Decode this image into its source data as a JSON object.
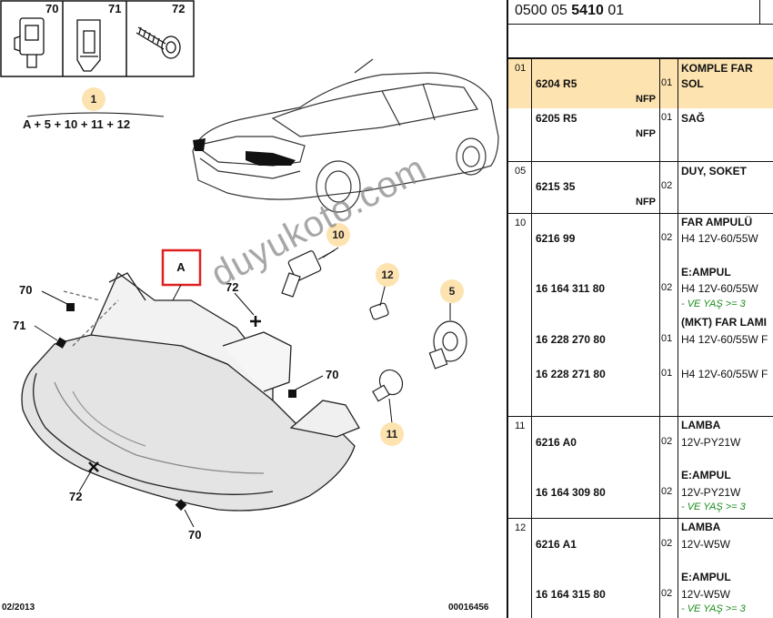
{
  "diagram": {
    "thumbnails": [
      {
        "no": "70",
        "icon": "clip-icon"
      },
      {
        "no": "71",
        "icon": "spring-clip-icon"
      },
      {
        "no": "72",
        "icon": "screw-icon"
      }
    ],
    "assembly": {
      "ref": "1",
      "formula": "A + 5 + 10 + 11 + 12"
    },
    "group_label": "A",
    "callouts": {
      "c70a": "70",
      "c71": "71",
      "c72a": "72",
      "c70b": "70",
      "c72b": "72",
      "c70c": "70",
      "c10": "10",
      "c12": "12",
      "c5": "5",
      "c11": "11"
    },
    "footer_date": "02/2013",
    "footer_ref": "00016456",
    "watermark": "duyukoto.com",
    "colors": {
      "highlight": "#fde3b0",
      "bubble": "#fde3b0",
      "frame": "#e02020",
      "note": "#1a8a1a"
    }
  },
  "panel": {
    "header": {
      "prefix": "0500 05 ",
      "bold": "5410",
      "suffix": " 01"
    },
    "sections": [
      {
        "no": "01",
        "rows": [
          {
            "ref": "6204 R5",
            "nfp": "NFP",
            "qty": "01",
            "desc": [
              "KOMPLE FAR",
              "SOL"
            ],
            "highlight": true
          },
          {
            "ref": "6205 R5",
            "nfp": "NFP",
            "qty": "01",
            "desc": [
              "SAĞ"
            ],
            "highlight": false
          }
        ]
      },
      {
        "no": "05",
        "rows": [
          {
            "ref": "6215 35",
            "nfp": "NFP",
            "qty": "02",
            "desc": [
              "DUY, SOKET"
            ]
          }
        ]
      },
      {
        "no": "10",
        "rows": [
          {
            "ref": "6216 99",
            "qty": "02",
            "desc_title": "FAR AMPULÜ",
            "desc": "H4 12V-60/55W"
          },
          {
            "ref": "16 164 311 80",
            "qty": "02",
            "desc_title": "E:AMPUL",
            "desc": "H4 12V-60/55W",
            "note": "- VE YAŞ >= 3"
          },
          {
            "ref": "16 228 270 80",
            "qty": "01",
            "desc_title": "(MKT) FAR LAMI",
            "desc": "H4 12V-60/55W F"
          },
          {
            "ref": "16 228 271 80",
            "qty": "01",
            "desc": "H4 12V-60/55W F"
          }
        ]
      },
      {
        "no": "11",
        "rows": [
          {
            "ref": "6216 A0",
            "qty": "02",
            "desc_title": "LAMBA",
            "desc": "12V-PY21W"
          },
          {
            "ref": "16 164 309 80",
            "qty": "02",
            "desc_title": "E:AMPUL",
            "desc": "12V-PY21W",
            "note": "- VE YAŞ >= 3"
          }
        ]
      },
      {
        "no": "12",
        "rows": [
          {
            "ref": "6216 A1",
            "qty": "02",
            "desc_title": "LAMBA",
            "desc": "12V-W5W"
          },
          {
            "ref": "16 164 315 80",
            "qty": "02",
            "desc_title": "E:AMPUL",
            "desc": "12V-W5W",
            "note": "- VE YAŞ >= 3"
          }
        ]
      }
    ]
  }
}
